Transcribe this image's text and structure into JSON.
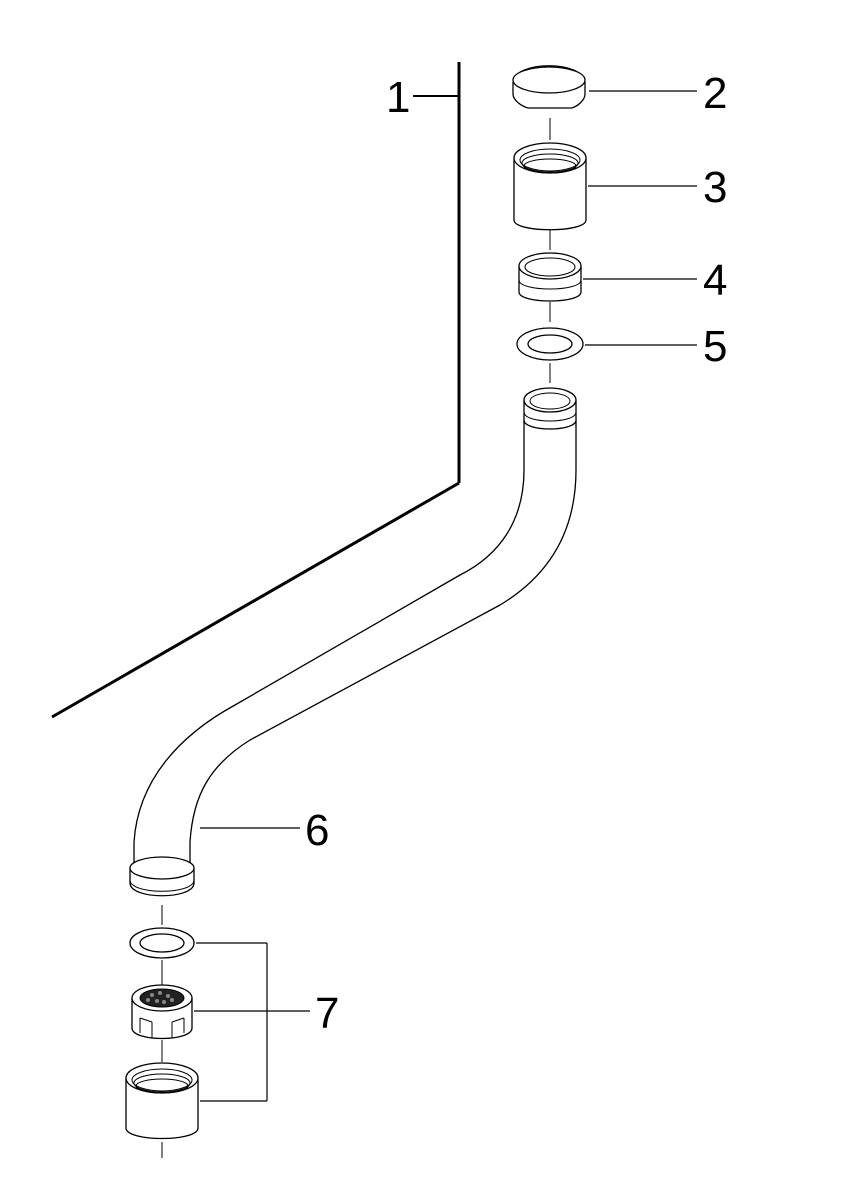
{
  "diagram": {
    "labels": {
      "item_1": "1",
      "item_2": "2",
      "item_3": "3",
      "item_4": "4",
      "item_5": "5",
      "item_6": "6",
      "item_7": "7"
    }
  }
}
